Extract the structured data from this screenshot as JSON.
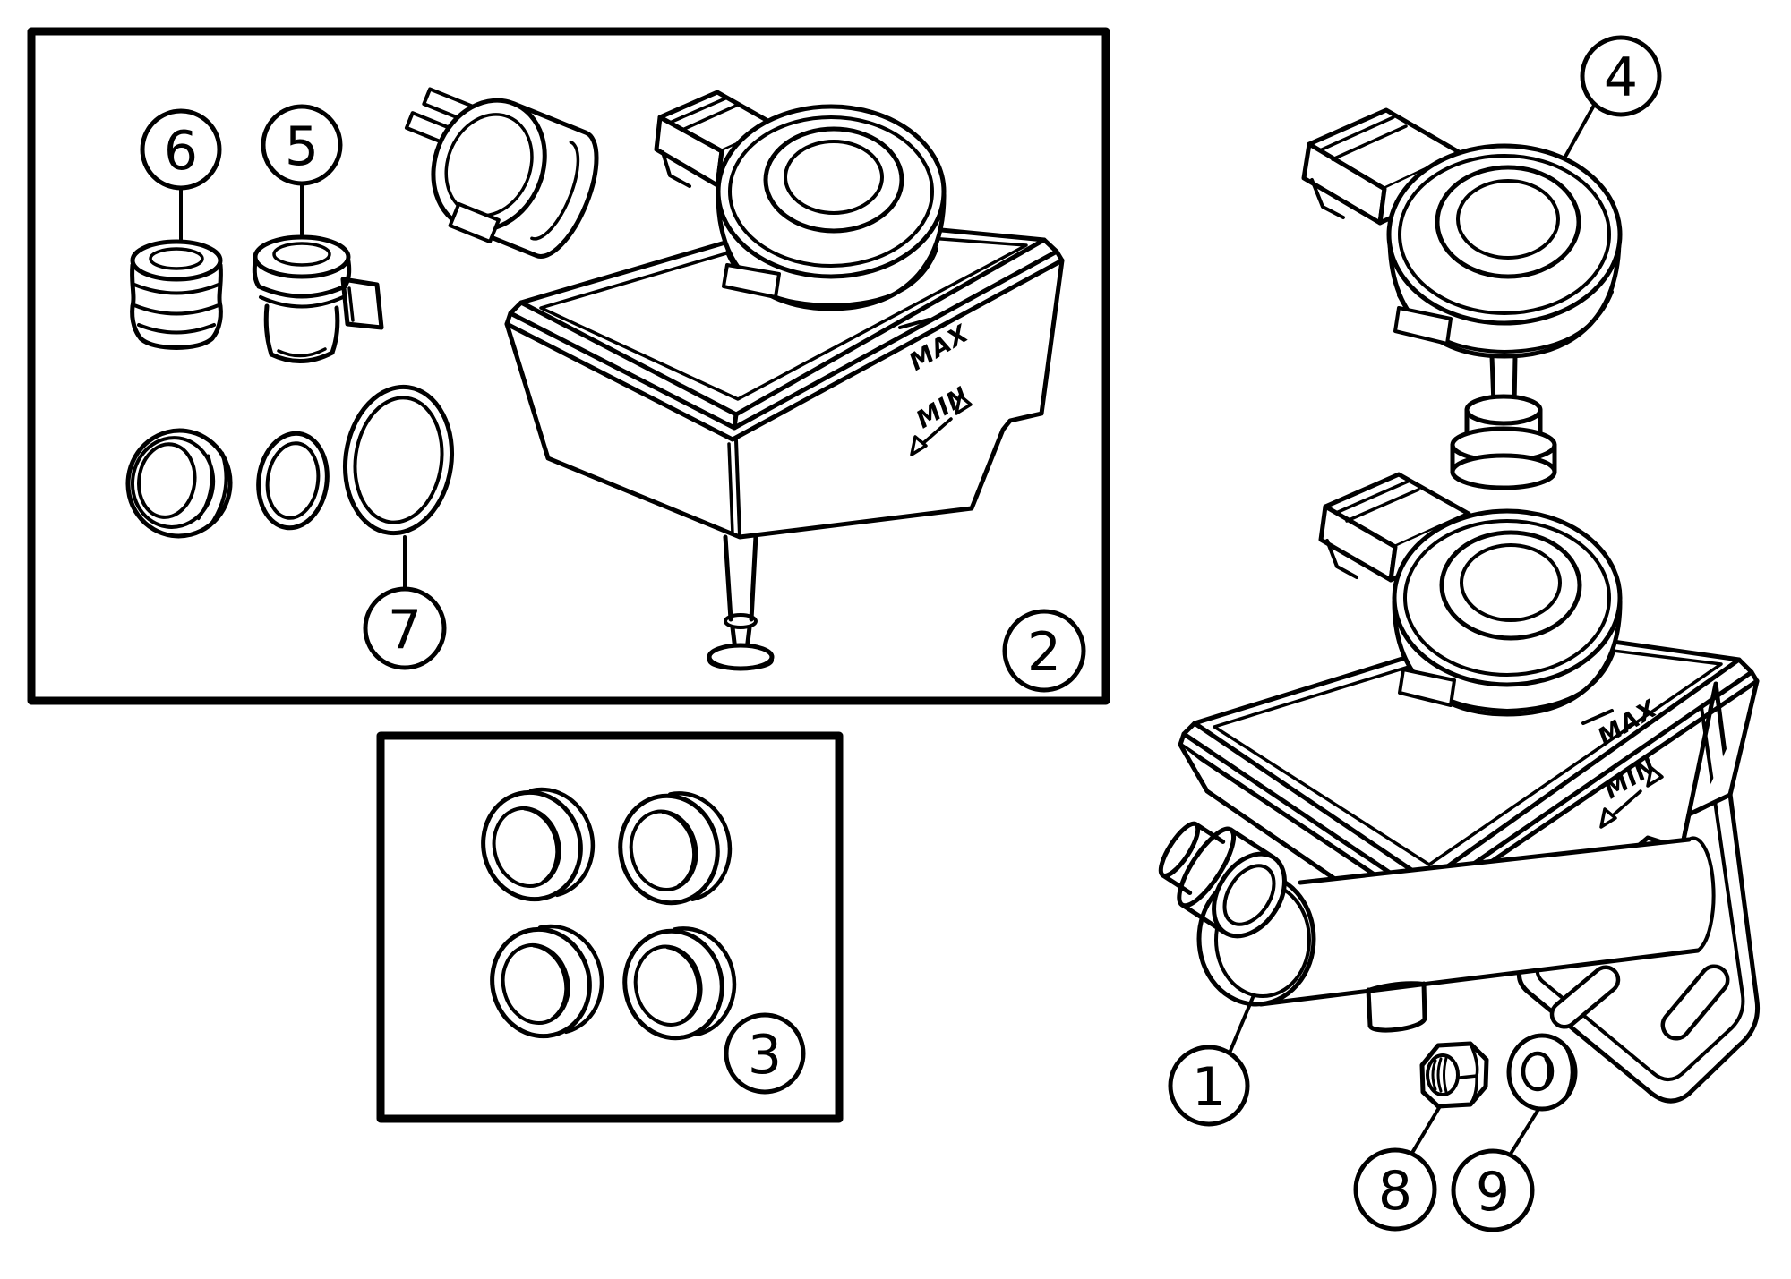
{
  "colors": {
    "line": "#000000",
    "background": "#ffffff"
  },
  "callouts": {
    "master_cylinder": "1",
    "reservoir_kit": "2",
    "seal_kit": "3",
    "cap_float_assembly": "4",
    "plug_with_bracket": "5",
    "plug": "6",
    "o_ring": "7",
    "hex_nut": "8",
    "washer": "9"
  },
  "markings": {
    "reservoir_kit": {
      "max": "MAX",
      "min": "MIN"
    },
    "master_cylinder_reservoir": {
      "max": "MAX",
      "min": "MIN"
    }
  }
}
